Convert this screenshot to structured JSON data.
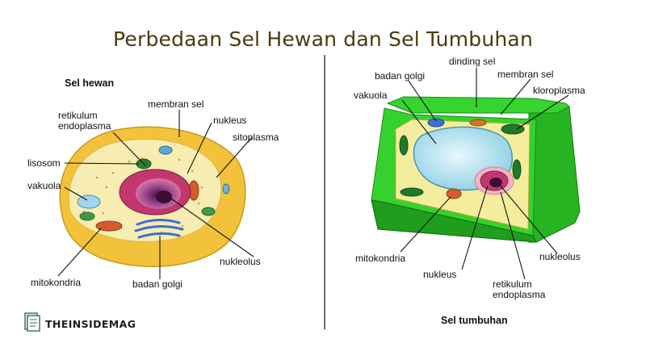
{
  "title": "Perbedaan Sel Hewan dan Sel Tumbuhan",
  "animal_cell": {
    "heading": "Sel hewan",
    "labels": {
      "retikulum_endoplasma": "retikulum\nendoplasma",
      "membran_sel": "membran sel",
      "nukleus": "nukleus",
      "sitoplasma": "sitoplasma",
      "lisosom": "lisosom",
      "vakuola": "vakuola",
      "nukleolus": "nukleolus",
      "mitokondria": "mitokondria",
      "badan_golgi": "badan golgi"
    }
  },
  "plant_cell": {
    "heading": "Sel tumbuhan",
    "labels": {
      "dinding_sel": "dinding sel",
      "badan_golgi": "badan golgi",
      "membran_sel": "membran sel",
      "vakuola": "vakuola",
      "kloroplasma": "kloroplasma",
      "mitokondria": "mitokondria",
      "nukleolus": "nukleolus",
      "nukleus": "nukleus",
      "retikulum_endoplasma": "retikulum\nendoplasma"
    }
  },
  "brand": {
    "name": "THEINSIDEMAG",
    "icon": "document-icon"
  },
  "colors": {
    "title": "#4a3a0e",
    "animal_outer": "#f2c23a",
    "animal_cytoplasm": "#f7ecb2",
    "nucleus": "#c2386e",
    "plant_wall": "#2fd12a",
    "plant_vacuole": "#b9e4ef"
  }
}
